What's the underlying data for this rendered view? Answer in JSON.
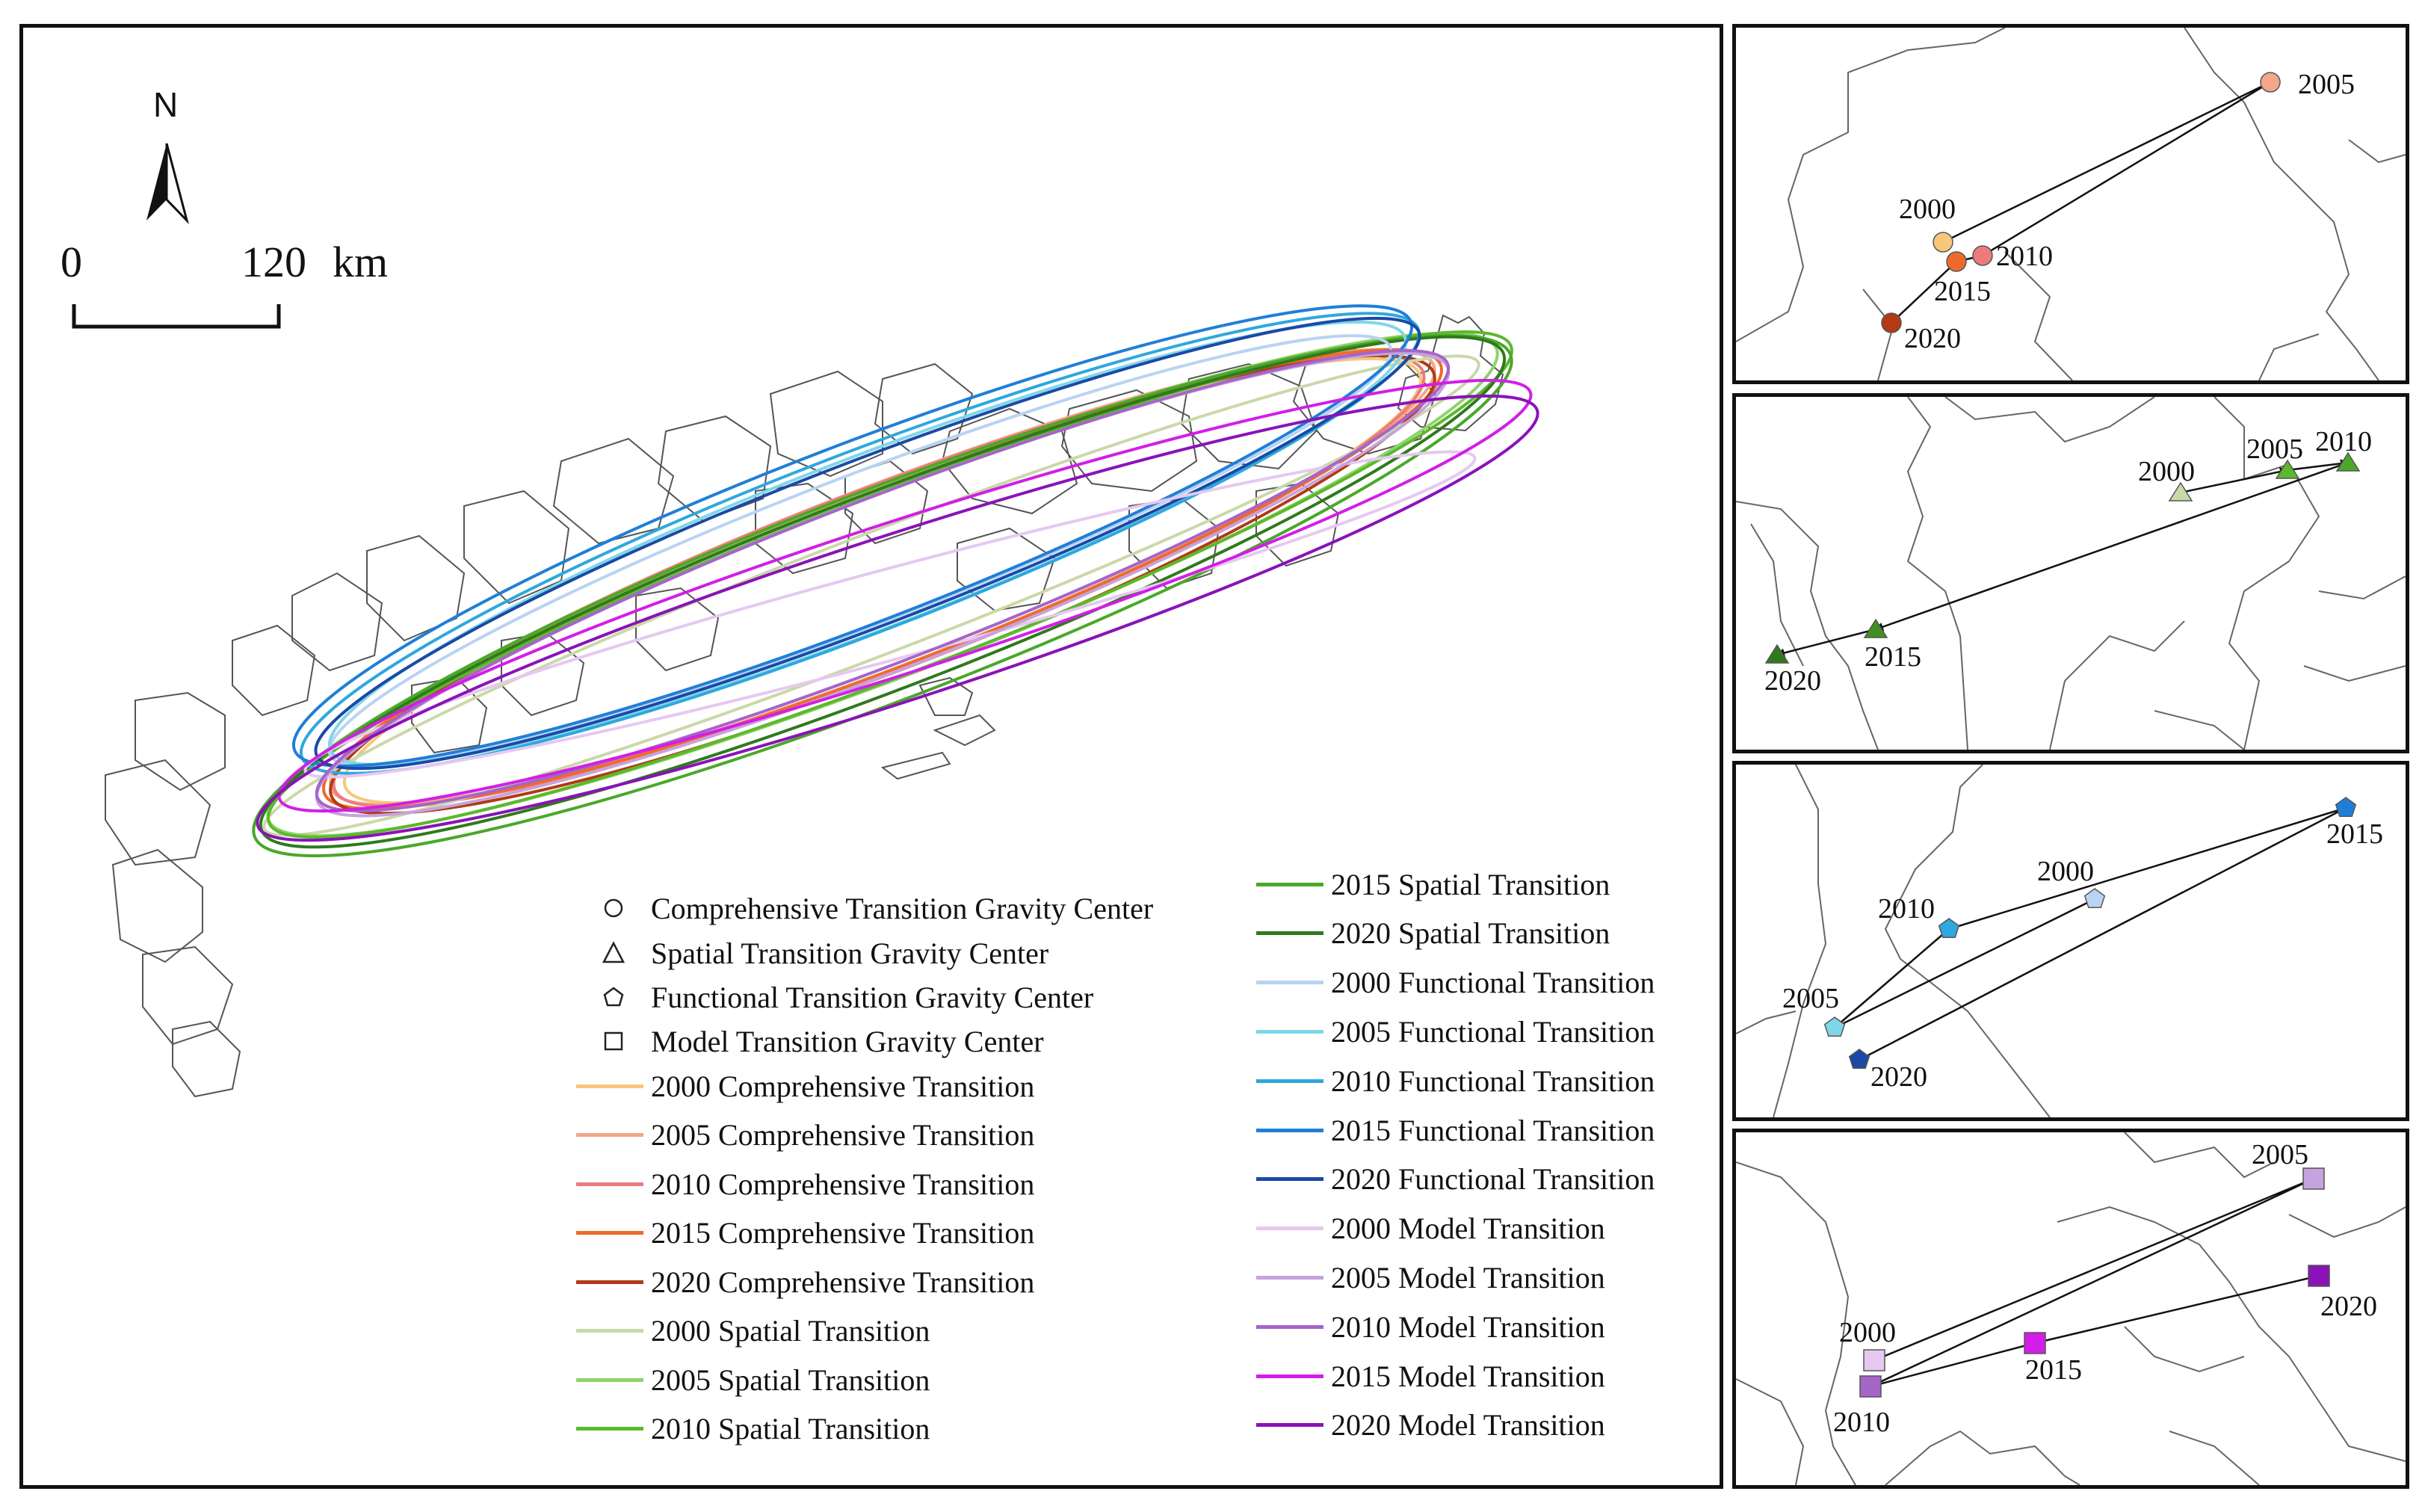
{
  "north_label": "N",
  "scale": {
    "start": "0",
    "end": "120",
    "unit": "km"
  },
  "legend": {
    "symbols": [
      {
        "shape": "circle",
        "label": "Comprehensive Transition Gravity Center"
      },
      {
        "shape": "triangle",
        "label": "Spatial Transition Gravity Center"
      },
      {
        "shape": "pentagon",
        "label": "Functional Transition Gravity Center"
      },
      {
        "shape": "square",
        "label": "Model Transition Gravity Center"
      }
    ],
    "lines": [
      {
        "label": "2000 Comprehensive Transition",
        "color": "#f7c77a"
      },
      {
        "label": "2005 Comprehensive Transition",
        "color": "#f4a58a"
      },
      {
        "label": "2010 Comprehensive Transition",
        "color": "#ee7b7b"
      },
      {
        "label": "2015 Comprehensive Transition",
        "color": "#ef6a2a"
      },
      {
        "label": "2020 Comprehensive Transition",
        "color": "#b23a14"
      },
      {
        "label": "2000 Spatial Transition",
        "color": "#c9d9a8"
      },
      {
        "label": "2005 Spatial Transition",
        "color": "#8fd36a"
      },
      {
        "label": "2010 Spatial Transition",
        "color": "#5cb82c"
      },
      {
        "label": "2015 Spatial Transition",
        "color": "#4aa82a"
      },
      {
        "label": "2020 Spatial Transition",
        "color": "#2f7a1d"
      },
      {
        "label": "2000 Functional Transition",
        "color": "#b9d3f2"
      },
      {
        "label": "2005 Functional Transition",
        "color": "#7fd6ea"
      },
      {
        "label": "2010 Functional Transition",
        "color": "#2ea8de"
      },
      {
        "label": "2015 Functional Transition",
        "color": "#1f7fd8"
      },
      {
        "label": "2020 Functional Transition",
        "color": "#1a4aa6"
      },
      {
        "label": "2000 Model Transition",
        "color": "#e6c8f0"
      },
      {
        "label": "2005 Model Transition",
        "color": "#c6a3dc"
      },
      {
        "label": "2010 Model Transition",
        "color": "#a565c9"
      },
      {
        "label": "2015 Model Transition",
        "color": "#d21ee8"
      },
      {
        "label": "2020 Model Transition",
        "color": "#8a12b8"
      }
    ]
  },
  "insets": [
    {
      "name": "comprehensive",
      "shape": "circle",
      "points": [
        {
          "year": "2000",
          "color": "#f7c77a"
        },
        {
          "year": "2005",
          "color": "#f4a58a"
        },
        {
          "year": "2010",
          "color": "#ee7b7b"
        },
        {
          "year": "2015",
          "color": "#ef6a2a"
        },
        {
          "year": "2020",
          "color": "#b23a14"
        }
      ]
    },
    {
      "name": "spatial",
      "shape": "triangle",
      "points": [
        {
          "year": "2000",
          "color": "#c9d9a8"
        },
        {
          "year": "2005",
          "color": "#5cb82c"
        },
        {
          "year": "2010",
          "color": "#4aa82a"
        },
        {
          "year": "2015",
          "color": "#3f8f22"
        },
        {
          "year": "2020",
          "color": "#2f7a1d"
        }
      ]
    },
    {
      "name": "functional",
      "shape": "pentagon",
      "points": [
        {
          "year": "2000",
          "color": "#b9d3f2"
        },
        {
          "year": "2005",
          "color": "#7fd6ea"
        },
        {
          "year": "2010",
          "color": "#2ea8de"
        },
        {
          "year": "2015",
          "color": "#1f7fd8"
        },
        {
          "year": "2020",
          "color": "#1a4aa6"
        }
      ]
    },
    {
      "name": "model",
      "shape": "square",
      "points": [
        {
          "year": "2000",
          "color": "#e6c8f0"
        },
        {
          "year": "2005",
          "color": "#c6a3dc"
        },
        {
          "year": "2010",
          "color": "#a565c9"
        },
        {
          "year": "2015",
          "color": "#d21ee8"
        },
        {
          "year": "2020",
          "color": "#8a12b8"
        }
      ]
    }
  ]
}
